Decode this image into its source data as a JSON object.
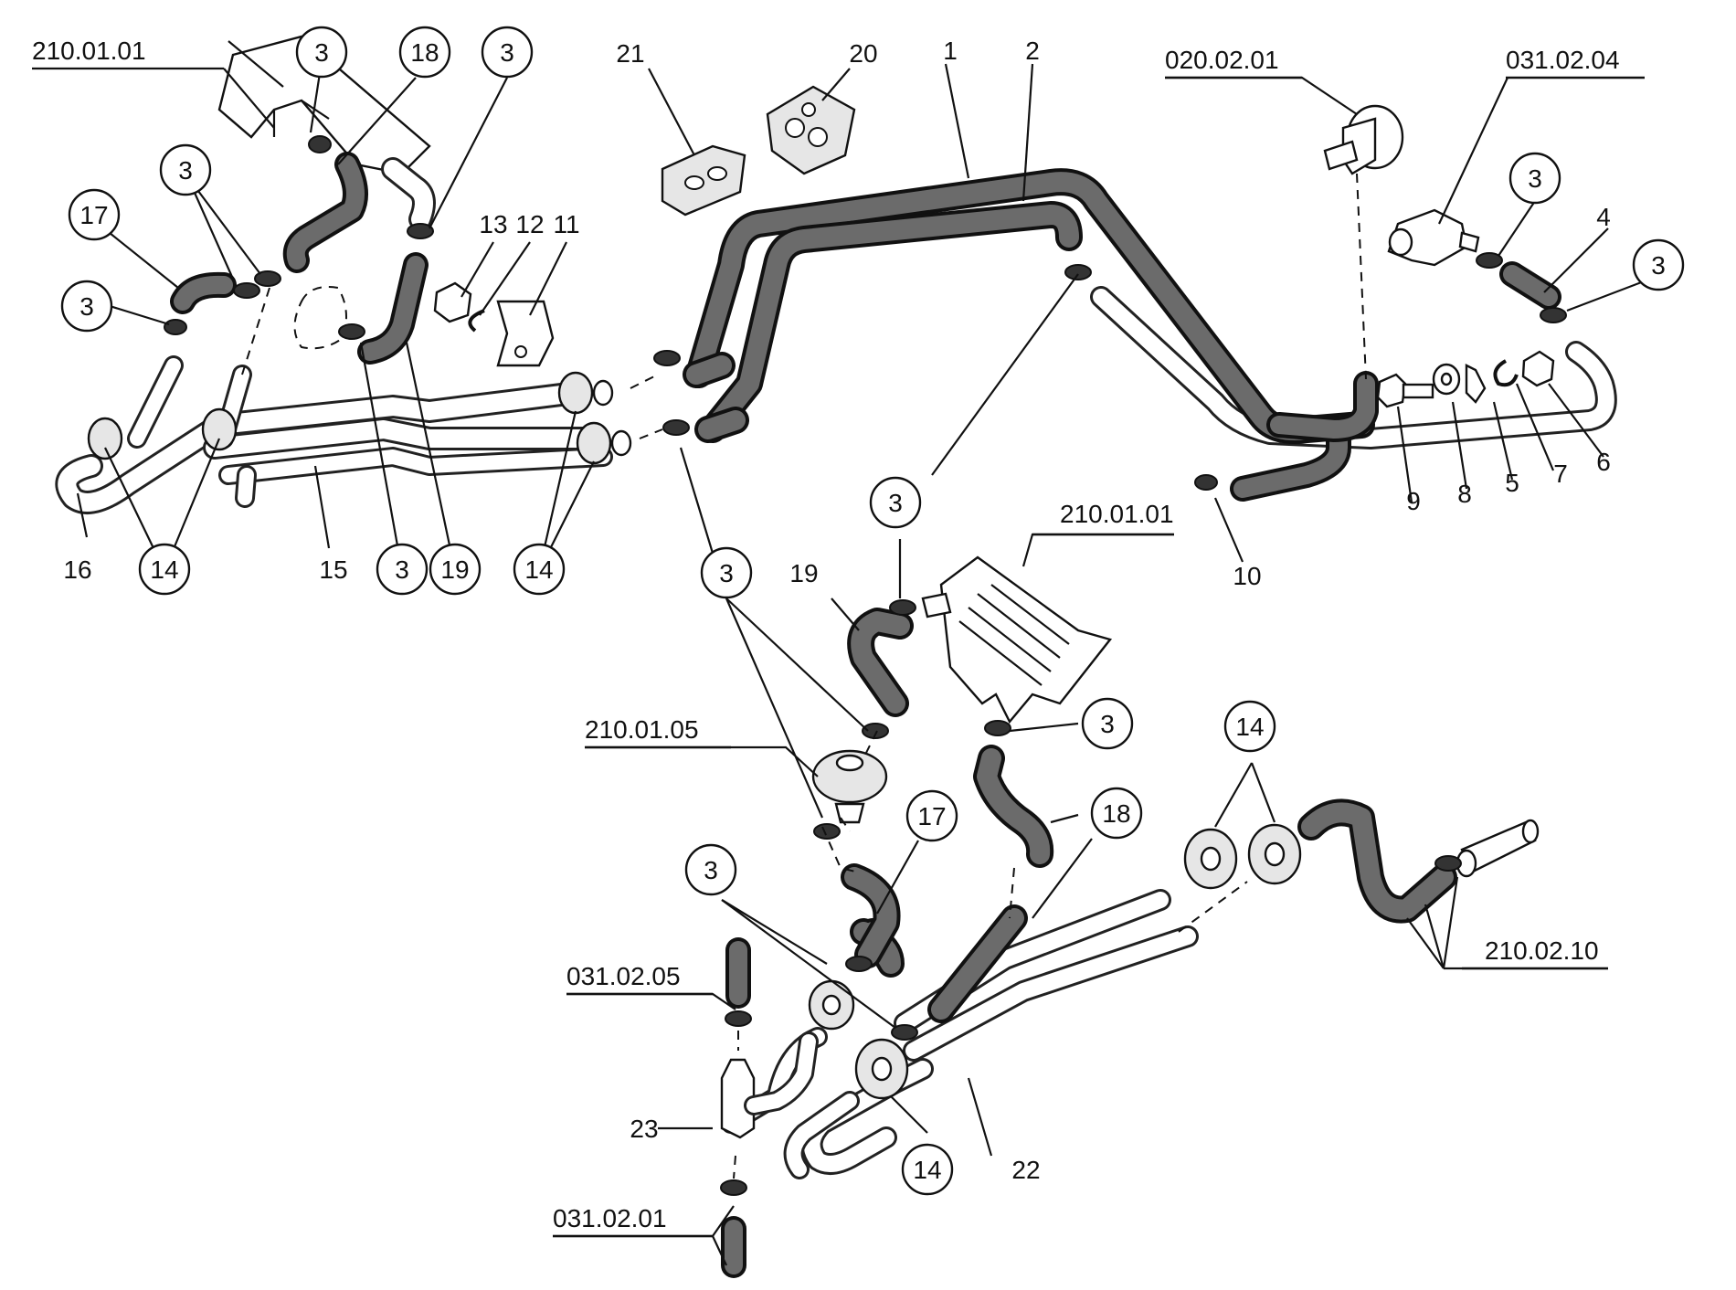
{
  "diagram": {
    "callouts": {
      "c3_a": "3",
      "c18_a": "18",
      "c3_b": "3",
      "c3_c": "3",
      "c17_a": "17",
      "c3_d": "3",
      "c14_a": "14",
      "c3_e": "3",
      "c19_a": "19",
      "c14_b": "14",
      "c3_f": "3",
      "c3_g": "3",
      "c3_h": "3",
      "c3_i": "3",
      "c14_c": "14",
      "c3_j": "3",
      "c18_b": "18",
      "c17_b": "17",
      "c3_k": "3",
      "c14_d": "14"
    },
    "numbers": {
      "n1": "1",
      "n2": "2",
      "n4": "4",
      "n5": "5",
      "n6": "6",
      "n7": "7",
      "n8": "8",
      "n9": "9",
      "n10": "10",
      "n11": "11",
      "n12": "12",
      "n13": "13",
      "n15": "15",
      "n16": "16",
      "n19": "19",
      "n20": "20",
      "n21": "21",
      "n22": "22",
      "n23": "23"
    },
    "references": {
      "r_210_01_01_a": "210.01.01",
      "r_020_02_01": "020.02.01",
      "r_031_02_04": "031.02.04",
      "r_210_01_01_b": "210.01.01",
      "r_210_01_05": "210.01.05",
      "r_031_02_05": "031.02.05",
      "r_210_02_10": "210.02.10",
      "r_031_02_01": "031.02.01"
    }
  }
}
